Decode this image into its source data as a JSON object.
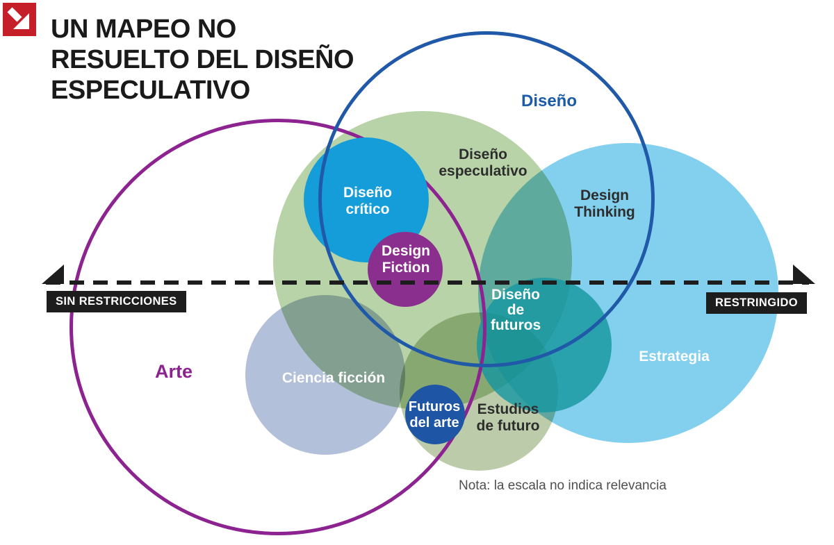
{
  "header": {
    "title": "UN MAPEO NO\nRESUELTO DEL DISEÑO\nESPECULATIVO",
    "logo": {
      "icon": "arrow-down-right-icon",
      "bg_color": "#c5202a"
    }
  },
  "axis": {
    "left_label": "SIN RESTRICCIONES",
    "right_label": "RESTRINGIDO",
    "line_color": "#1d1d1d"
  },
  "groups": {
    "design": {
      "label": "Diseño",
      "outline_color": "#2059a8",
      "label_color": "#1c5ba6"
    },
    "art": {
      "label": "Arte",
      "outline_color": "#8c2390",
      "label_color": "#8c2390"
    }
  },
  "circles": {
    "speculative_design": {
      "label": "Diseño\nespeculativo",
      "fill": "#b9d3a9",
      "label_color": "#2d2d2d"
    },
    "strategy": {
      "label": "Estrategia",
      "fill": "#82cfee",
      "label_color": "#ffffff"
    },
    "design_thinking": {
      "label": "Design\nThinking",
      "fill": "#82cfee",
      "label_color": "#2d2d2d"
    },
    "critical_design": {
      "label": "Diseño\ncrítico",
      "fill": "#159dd9",
      "label_color": "#ffffff"
    },
    "design_fiction": {
      "label": "Design\nFiction",
      "fill": "#8b2f8f",
      "label_color": "#ffffff"
    },
    "futures_design": {
      "label": "Diseño\nde\nfuturos",
      "fill": "#1797a0",
      "label_color": "#ffffff"
    },
    "future_studies": {
      "label": "Estudios\nde futuro",
      "fill": "#bccbaa",
      "label_color": "#2d2d2d"
    },
    "art_futures": {
      "label": "Futuros\ndel arte",
      "fill": "#1e55a5",
      "label_color": "#ffffff"
    },
    "science_fiction": {
      "label": "Ciencia ficción",
      "fill": "#b3c0da",
      "label_color": "#ffffff"
    }
  },
  "note": "Nota: la escala no indica relevancia"
}
